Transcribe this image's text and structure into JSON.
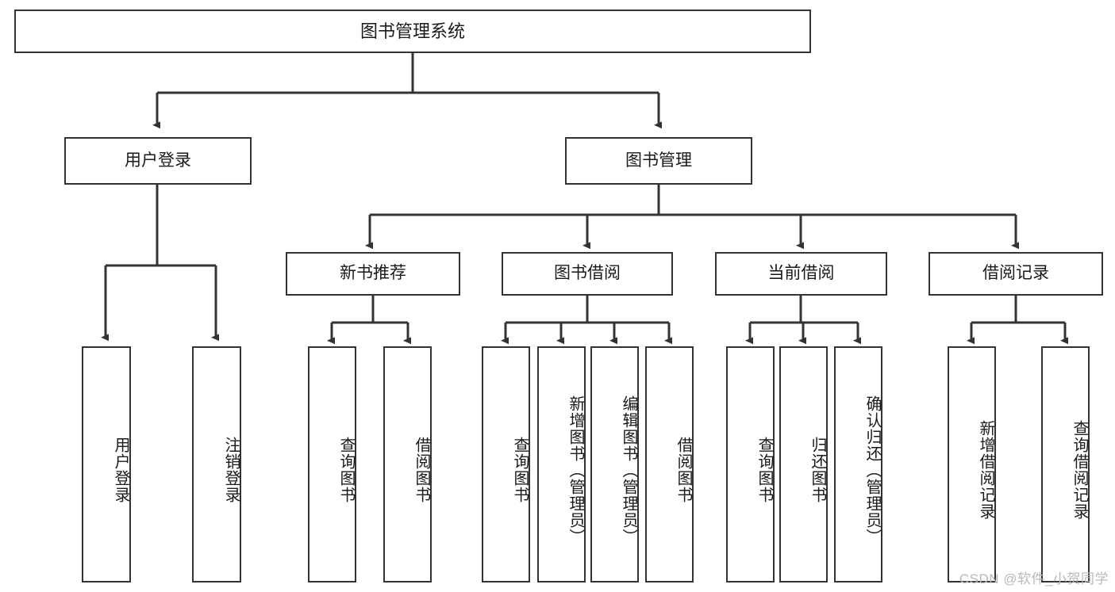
{
  "diagram": {
    "title": "图书管理系统",
    "type": "tree",
    "root": {
      "id": "root",
      "label": "图书管理系统"
    },
    "level2": [
      {
        "id": "user-login",
        "label": "用户登录"
      },
      {
        "id": "book-management",
        "label": "图书管理"
      }
    ],
    "level3": [
      {
        "id": "new-book-recommend",
        "label": "新书推荐",
        "parent": "book-management"
      },
      {
        "id": "book-borrow",
        "label": "图书借阅",
        "parent": "book-management"
      },
      {
        "id": "current-borrow",
        "label": "当前借阅",
        "parent": "book-management"
      },
      {
        "id": "borrow-record",
        "label": "借阅记录",
        "parent": "book-management"
      }
    ],
    "leaves": {
      "user_login": [
        {
          "id": "leaf-user-login",
          "label": "用户登录"
        },
        {
          "id": "leaf-logout-login",
          "label": "注销登录"
        }
      ],
      "new_book_recommend": [
        {
          "id": "leaf-query-book-1",
          "label": "查询图书"
        },
        {
          "id": "leaf-borrow-book-1",
          "label": "借阅图书"
        }
      ],
      "book_borrow": [
        {
          "id": "leaf-query-book-2",
          "label": "查询图书"
        },
        {
          "id": "leaf-add-book",
          "label": "新增图书（管理员）"
        },
        {
          "id": "leaf-edit-book",
          "label": "编辑图书（管理员）"
        },
        {
          "id": "leaf-borrow-book-2",
          "label": "借阅图书"
        }
      ],
      "current_borrow": [
        {
          "id": "leaf-query-book-3",
          "label": "查询图书"
        },
        {
          "id": "leaf-return-book",
          "label": "归还图书"
        },
        {
          "id": "leaf-confirm-return",
          "label": "确认归还（管理员）"
        }
      ],
      "borrow_record": [
        {
          "id": "leaf-add-record",
          "label": "新增借阅记录"
        },
        {
          "id": "leaf-query-record",
          "label": "查询借阅记录"
        }
      ]
    }
  },
  "watermark": {
    "text": "CSDN @软件_小贺同学"
  },
  "colors": {
    "stroke": "#333333",
    "box_fill": "#ffffff",
    "text": "#1a1a1a",
    "watermark": "#b9b9b9",
    "background": "#ffffff"
  }
}
